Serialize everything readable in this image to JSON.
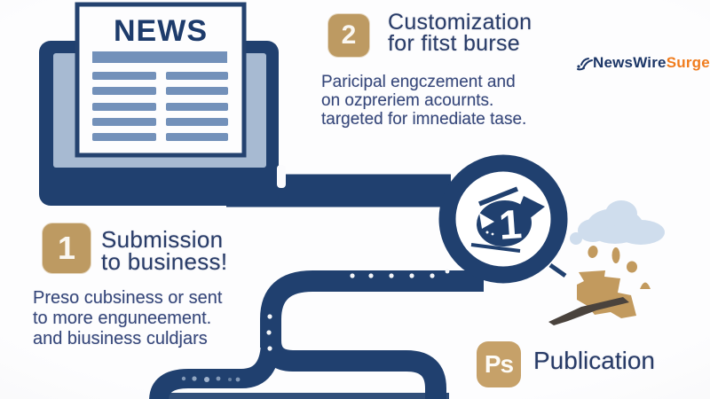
{
  "brand": {
    "icon": "broadcast-waves-icon",
    "name_prefix": "NewsWire",
    "name_suffix": "Surge"
  },
  "news_monitor": {
    "masthead": "NEWS"
  },
  "steps": [
    {
      "number": "1",
      "title_line1": "Submission",
      "title_line2": "to business!",
      "body_line1": "Preso cubsiness or sent",
      "body_line2": "to more enguneement.",
      "body_line3": "and biusiness culdjars"
    },
    {
      "number": "2",
      "title_line1": "Customization",
      "title_line2": "for fitst burse",
      "body_line1": "Paricipal engczement and",
      "body_line2": "on ozpreriem acournts.",
      "body_line3": "targeted for imnediate tase."
    }
  ],
  "cycle_badge": {
    "value": "1",
    "icon": "cycle-cursor-icon"
  },
  "publication": {
    "badge": "Ps",
    "label": "Publication"
  },
  "colors": {
    "navy": "#20406f",
    "text_navy": "#2e4070",
    "gold": "#bd9a62",
    "orange": "#f07c1d",
    "cloud_blue": "#cfdded",
    "screen_blue": "#a7bad2",
    "paper_bar_blue": "#7391ba",
    "wing_dark": "#4a433d"
  }
}
